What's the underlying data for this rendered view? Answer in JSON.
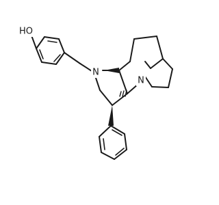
{
  "molecule": {
    "atoms": [
      {
        "id": "O1",
        "symbol": "O",
        "label": "HO"
      },
      {
        "id": "N1",
        "symbol": "N",
        "label": "N"
      },
      {
        "id": "N2",
        "symbol": "N",
        "label": "N"
      }
    ]
  },
  "colors": {
    "bond": "#1a1a1a",
    "background": "#ffffff"
  }
}
